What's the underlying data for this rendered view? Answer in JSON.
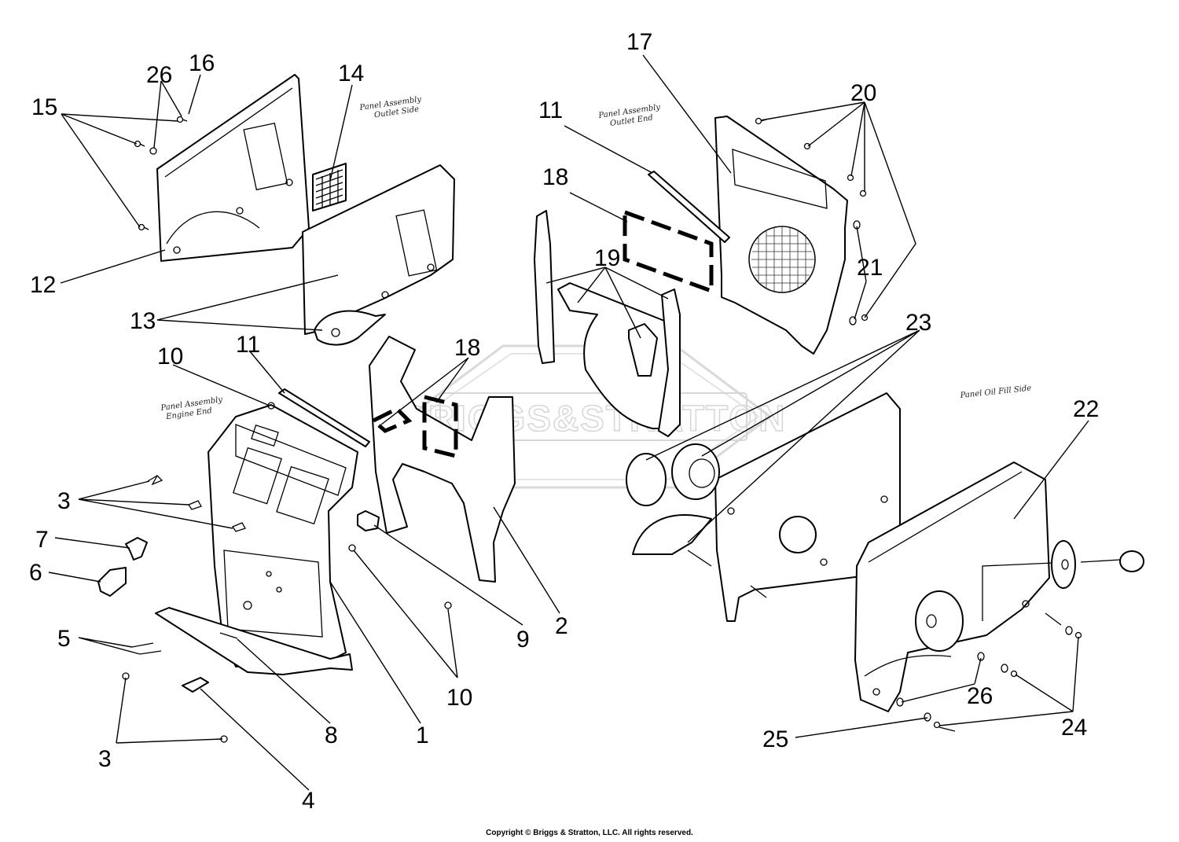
{
  "watermark": {
    "text": "BRIGGS&STRATTON",
    "kind": "brand-logo-watermark"
  },
  "copyright": "Copyright © Briggs & Stratton, LLC. All rights reserved.",
  "notes": {
    "panel_engine_end": [
      "Panel Assembly",
      "Engine End"
    ],
    "panel_outlet_end": [
      "Panel Assembly",
      "Outlet End"
    ],
    "panel_outlet_side": [
      "Panel Assembly",
      "Outlet Side"
    ],
    "panel_oil_fill_side": [
      "Panel Oil Fill Side"
    ]
  },
  "callouts": [
    {
      "id": "c26a",
      "text": "26"
    },
    {
      "id": "c16",
      "text": "16"
    },
    {
      "id": "c14",
      "text": "14"
    },
    {
      "id": "c15",
      "text": "15"
    },
    {
      "id": "c12",
      "text": "12"
    },
    {
      "id": "c13",
      "text": "13"
    },
    {
      "id": "c10a",
      "text": "10"
    },
    {
      "id": "c11a",
      "text": "11"
    },
    {
      "id": "c18a",
      "text": "18"
    },
    {
      "id": "c17",
      "text": "17"
    },
    {
      "id": "c20",
      "text": "20"
    },
    {
      "id": "c11b",
      "text": "11"
    },
    {
      "id": "c18b",
      "text": "18"
    },
    {
      "id": "c19",
      "text": "19"
    },
    {
      "id": "c21",
      "text": "21"
    },
    {
      "id": "c23",
      "text": "23"
    },
    {
      "id": "c22",
      "text": "22"
    },
    {
      "id": "c3a",
      "text": "3"
    },
    {
      "id": "c7",
      "text": "7"
    },
    {
      "id": "c6",
      "text": "6"
    },
    {
      "id": "c5",
      "text": "5"
    },
    {
      "id": "c3b",
      "text": "3"
    },
    {
      "id": "c4",
      "text": "4"
    },
    {
      "id": "c8",
      "text": "8"
    },
    {
      "id": "c1",
      "text": "1"
    },
    {
      "id": "c10b",
      "text": "10"
    },
    {
      "id": "c9",
      "text": "9"
    },
    {
      "id": "c2",
      "text": "2"
    },
    {
      "id": "c26b",
      "text": "26"
    },
    {
      "id": "c24",
      "text": "24"
    },
    {
      "id": "c25",
      "text": "25"
    }
  ]
}
